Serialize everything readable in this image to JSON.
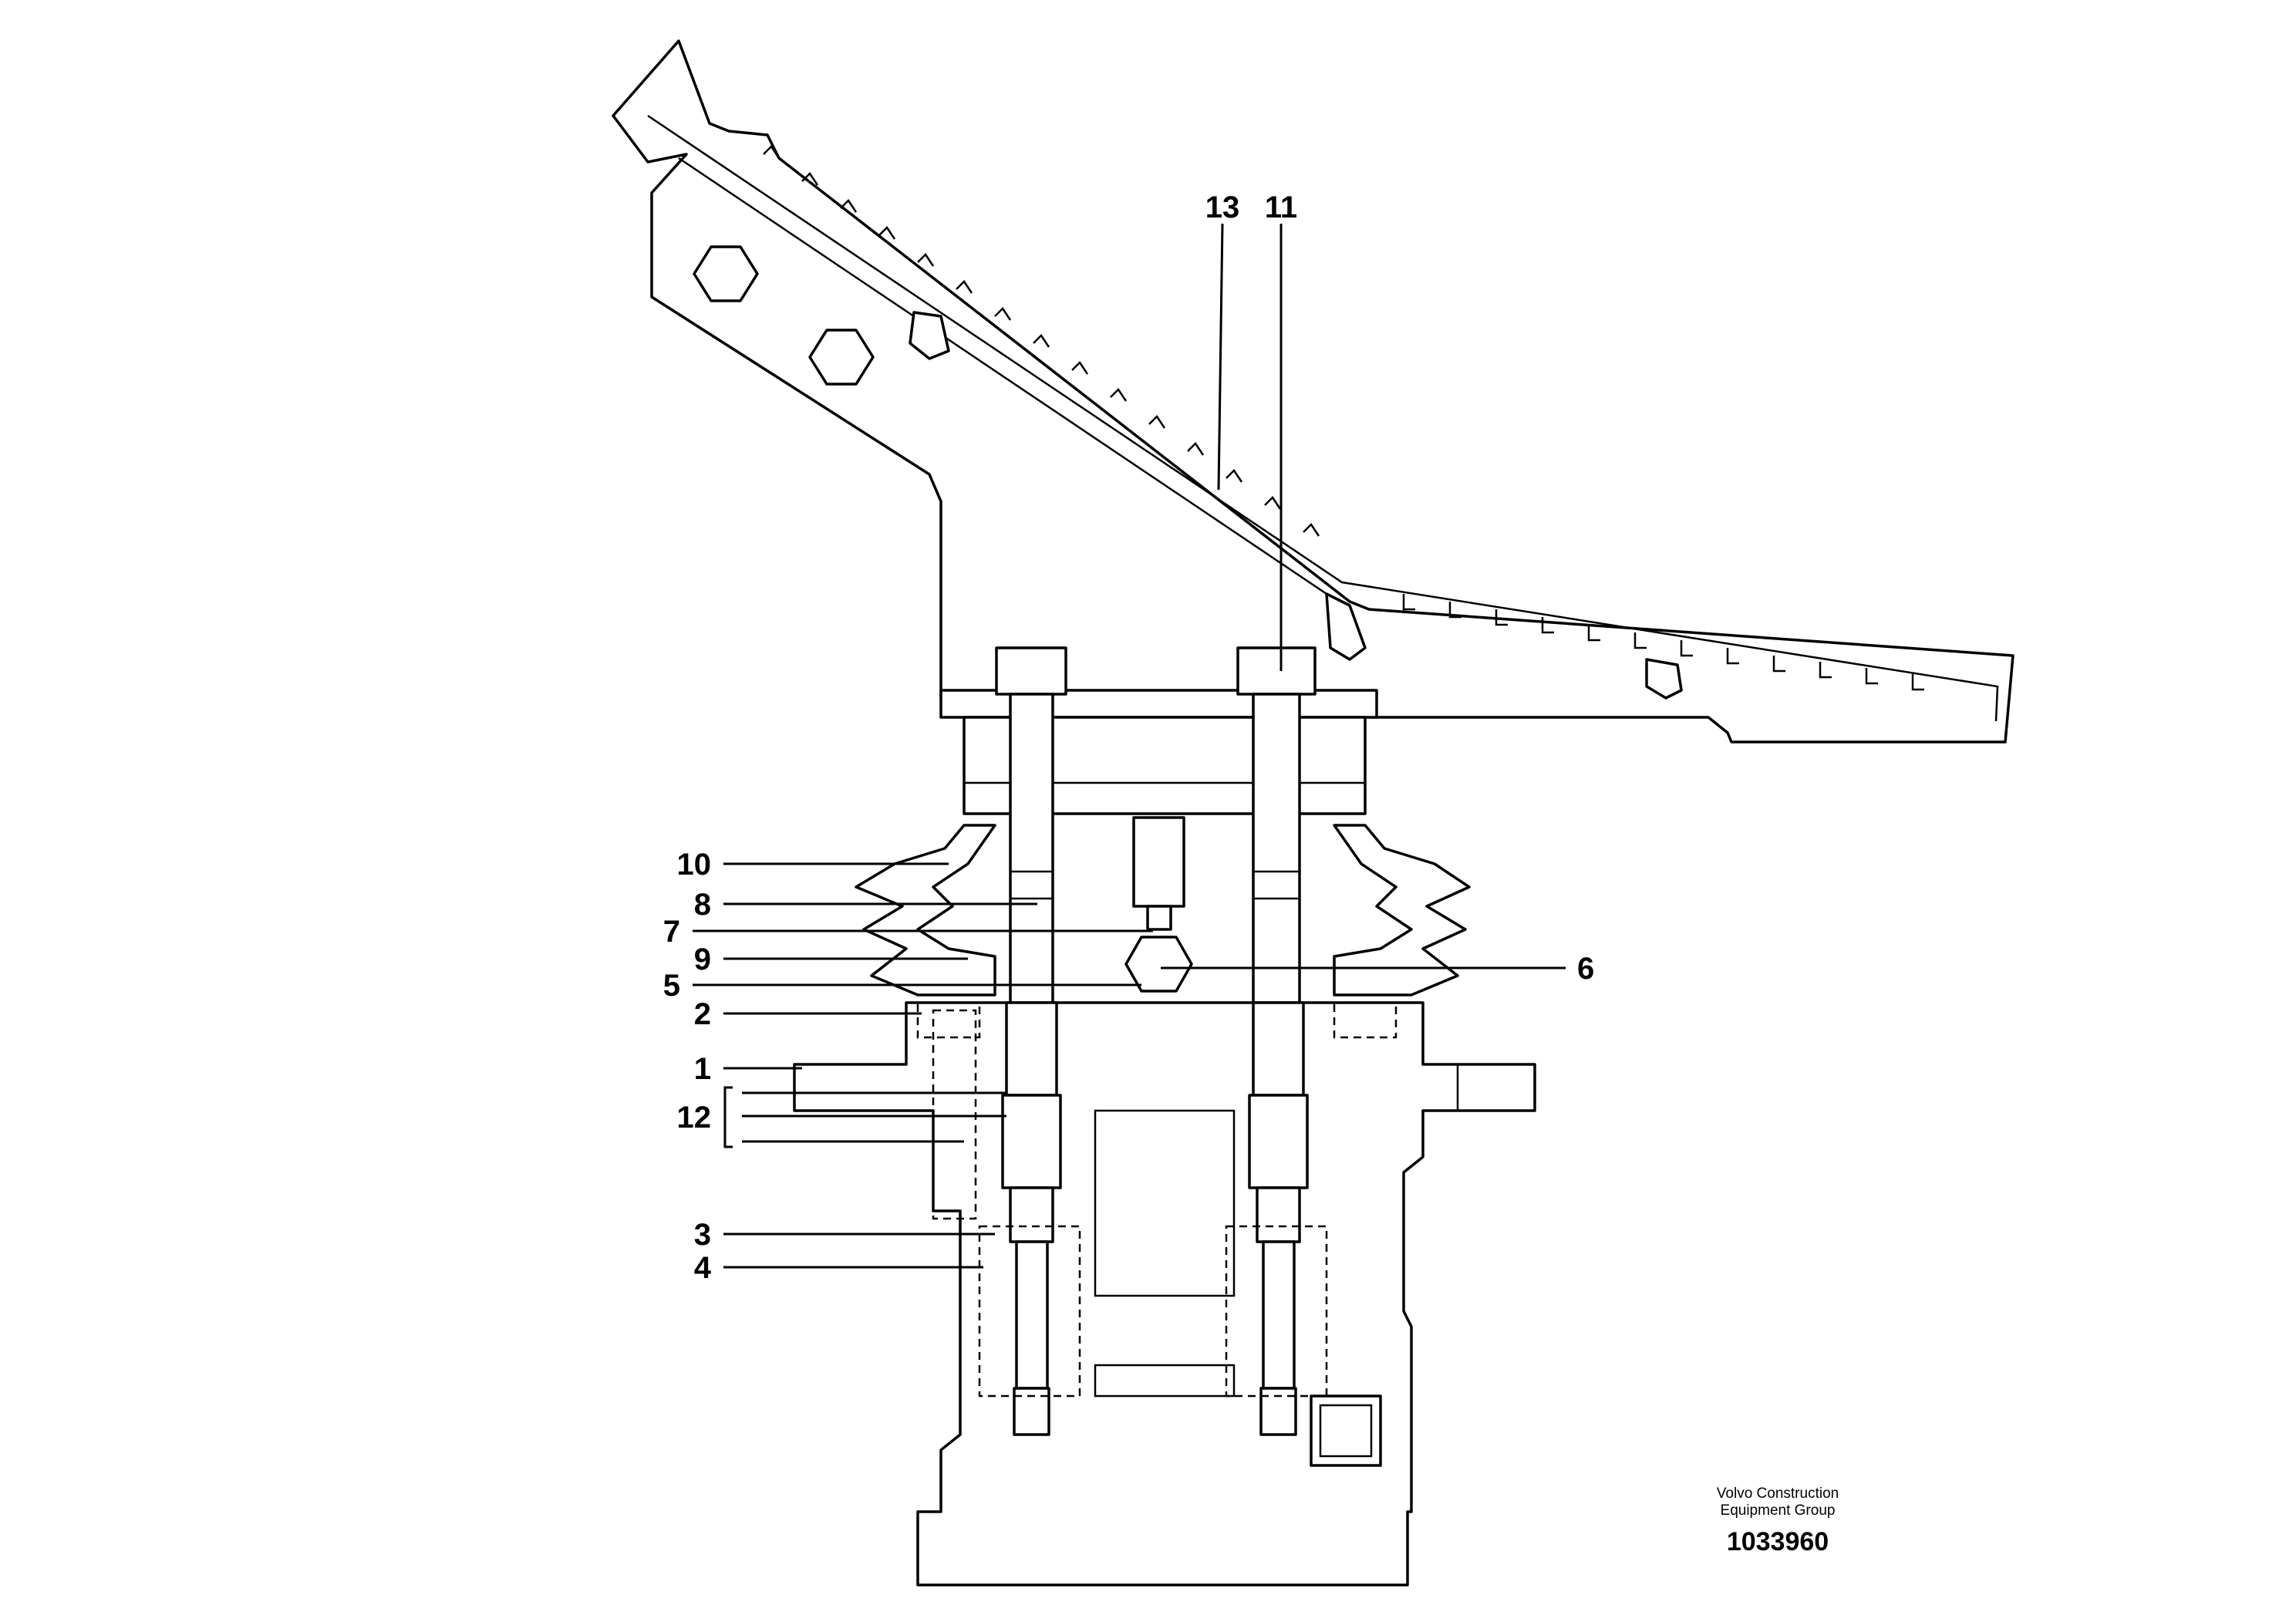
{
  "callouts": {
    "c1": "1",
    "c2": "2",
    "c3": "3",
    "c4": "4",
    "c5": "5",
    "c6": "6",
    "c7": "7",
    "c8": "8",
    "c9": "9",
    "c10": "10",
    "c11": "11",
    "c12": "12",
    "c13": "13"
  },
  "footer": {
    "company_line1": "Volvo Construction",
    "company_line2": "Equipment Group",
    "document_number": "1033960"
  }
}
